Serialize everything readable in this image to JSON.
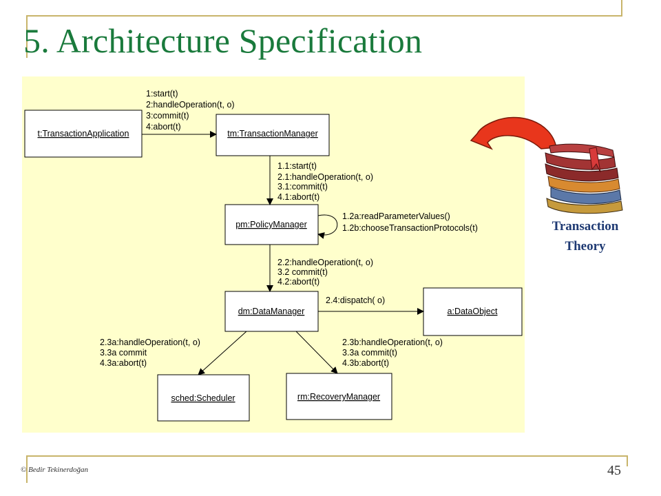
{
  "slide": {
    "title": "5. Architecture Specification",
    "footer_credit": "© Bedir Tekinerdoğan",
    "page_number": "45",
    "book_caption_line1": "Transaction",
    "book_caption_line2": "Theory"
  },
  "diagram": {
    "objects": {
      "app": "t:TransactionApplication",
      "tm": "tm:TransactionManager",
      "pm": "pm:PolicyManager",
      "dm": "dm:DataManager",
      "ao": "a:DataObject",
      "sched": "sched:Scheduler",
      "rm": "rm:RecoveryManager"
    },
    "messages": {
      "app_tm": [
        "1:start(t)",
        "2:handleOperation(t, o)",
        "3:commit(t)",
        "4:abort(t)"
      ],
      "tm_pm": [
        "1.1:start(t)",
        "2.1:handleOperation(t, o)",
        "3.1:commit(t)",
        "4.1:abort(t)"
      ],
      "pm_self": [
        "1.2a:readParameterValues()",
        "1.2b:chooseTransactionProtocols(t)"
      ],
      "pm_dm": [
        "2.2:handleOperation(t, o)",
        "3.2 commit(t)",
        "4.2:abort(t)"
      ],
      "dm_ao": [
        "2.4:dispatch( o)"
      ],
      "dm_sched": [
        "2.3a:handleOperation(t, o)",
        "3.3a commit",
        "4.3a:abort(t)"
      ],
      "dm_rm": [
        "2.3b:handleOperation(t, o)",
        "3.3a commit(t)",
        "4.3b:abort(t)"
      ]
    }
  },
  "colors": {
    "title": "#1a7a3c",
    "rule": "#c8b46a",
    "diagram_background": "#ffffcc",
    "arrow_red": "#e8361c",
    "caption": "#1f3a73"
  },
  "icons": [
    "curved-arrow-icon",
    "books-stack-icon"
  ]
}
